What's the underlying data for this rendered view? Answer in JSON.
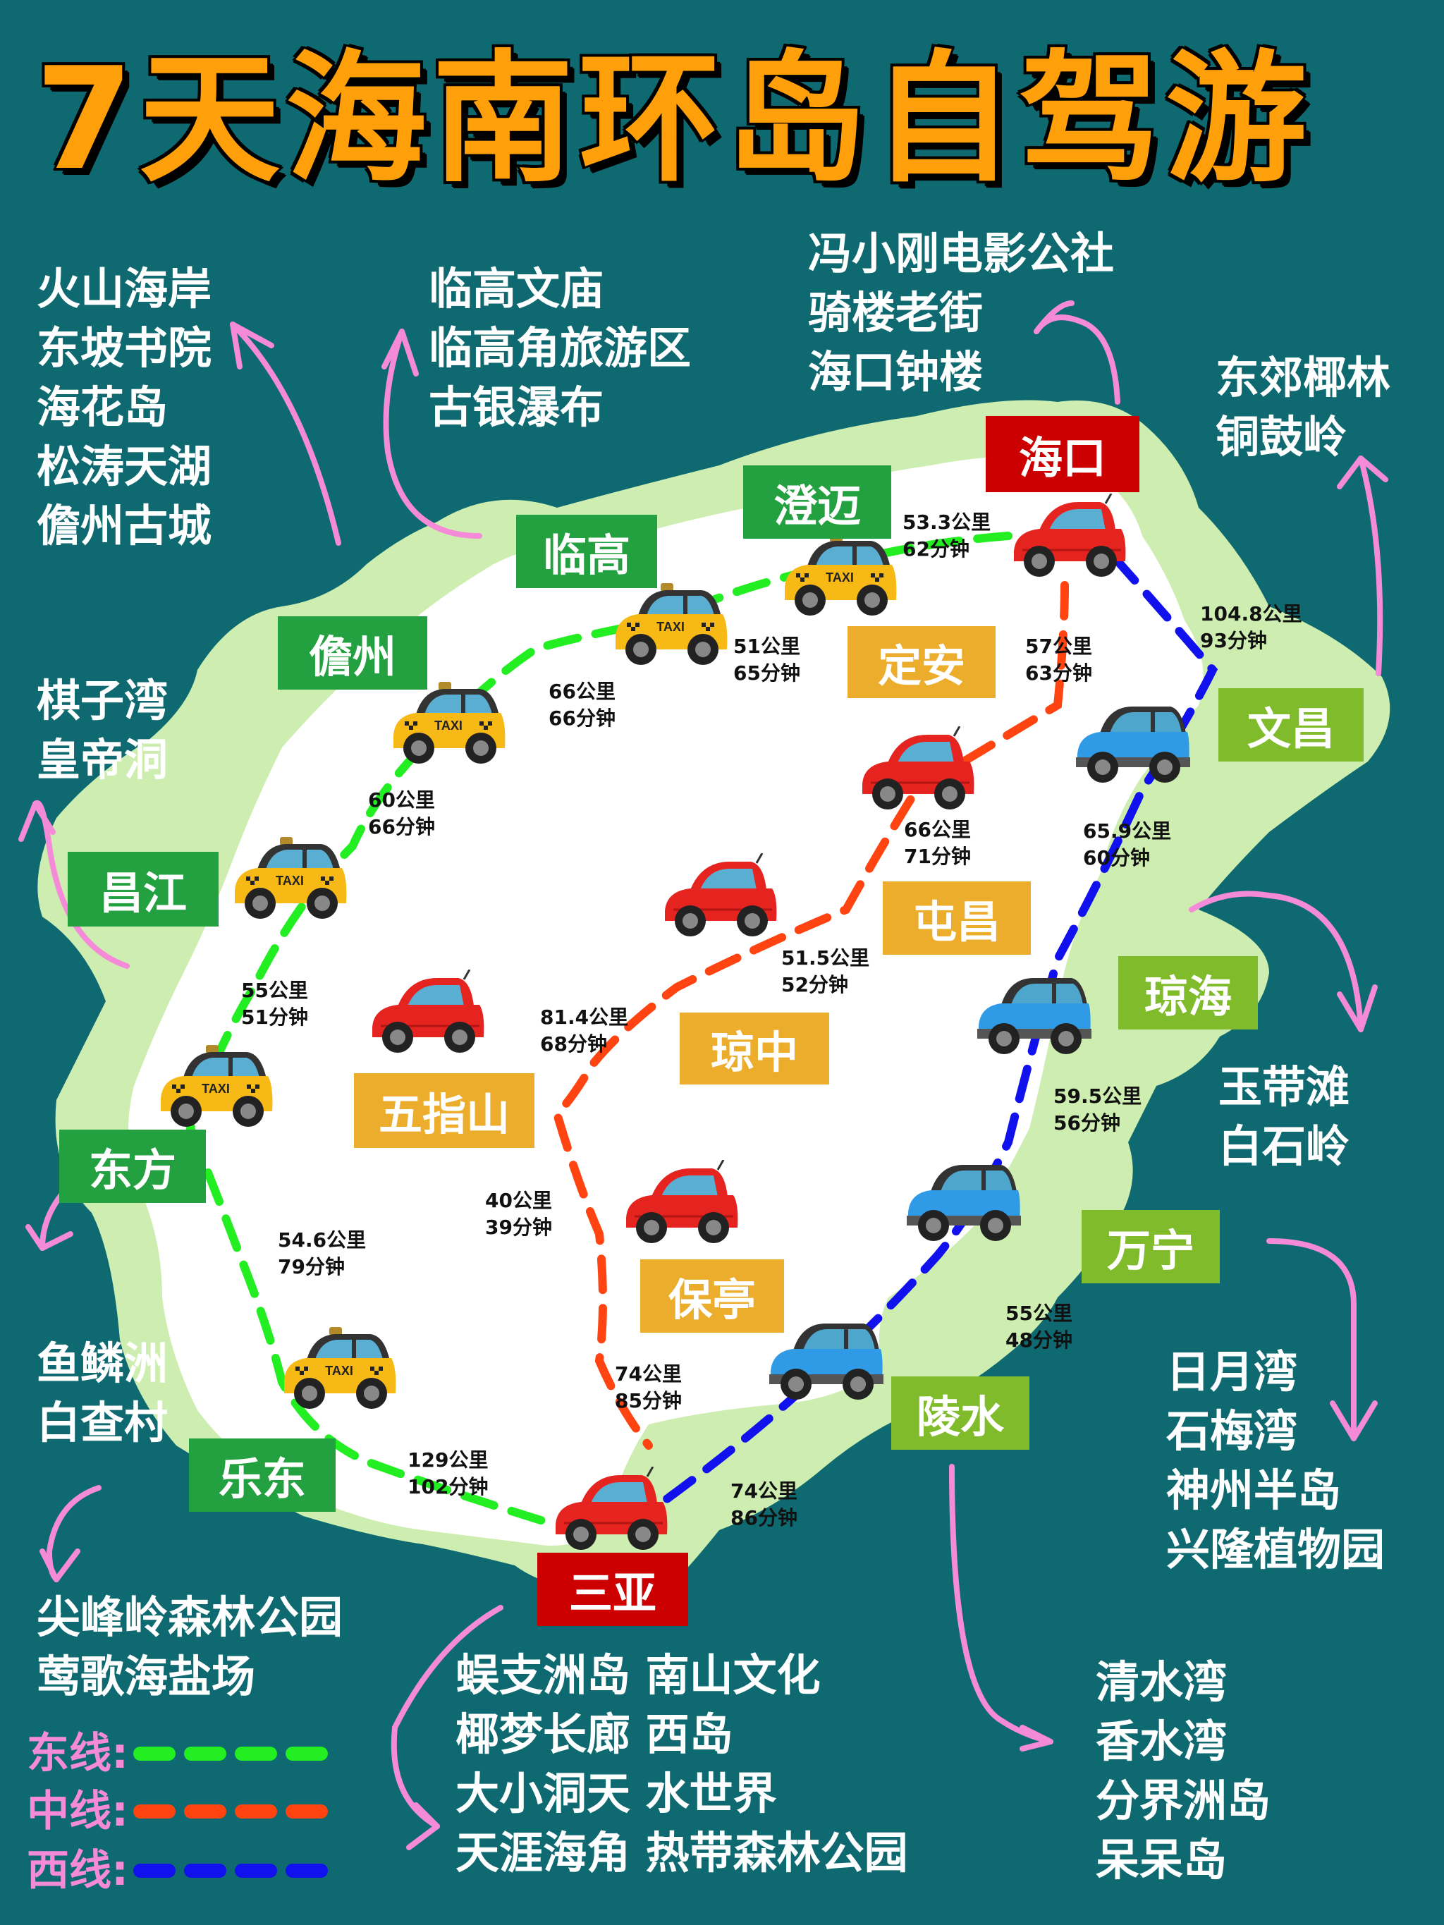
{
  "title": "7天海南环岛自驾游",
  "colors": {
    "background": "#0e6a70",
    "title": "#ff9f0a",
    "island_fill": "#ffffff",
    "island_border": "#cdeeb0",
    "east_line": "#22ee22",
    "middle_line": "#ff4411",
    "west_line": "#1111ee",
    "arrow": "#f58ad8",
    "hub_label": "#cc0000",
    "west_city_label": "#23a03f",
    "center_city_label": "#ecad2c",
    "east_city_label": "#7fbb2b"
  },
  "cities": {
    "haikou": "海口",
    "chengmai": "澄迈",
    "lingao": "临高",
    "danzhou": "儋州",
    "changjiang": "昌江",
    "dongfang": "东方",
    "ledong": "乐东",
    "sanya": "三亚",
    "dingan": "定安",
    "tunchang": "屯昌",
    "qiongzhong": "琼中",
    "wuzhishan": "五指山",
    "baoting": "保亭",
    "wenchang": "文昌",
    "qionghai": "琼海",
    "wanning": "万宁",
    "lingshui": "陵水"
  },
  "attractions": {
    "danzhou": [
      "火山海岸",
      "东坡书院",
      "海花岛",
      "松涛天湖",
      "儋州古城"
    ],
    "lingao": [
      "临高文庙",
      "临高角旅游区",
      "古银瀑布"
    ],
    "haikou": [
      "冯小刚电影公社",
      "骑楼老街",
      "海口钟楼"
    ],
    "wenchang": [
      "东郊椰林",
      "铜鼓岭"
    ],
    "changjiang": [
      "棋子湾",
      "皇帝洞"
    ],
    "qionghai": [
      "玉带滩",
      "白石岭"
    ],
    "dongfang": [
      "鱼鳞洲",
      "白查村"
    ],
    "wanning": [
      "日月湾",
      "石梅湾",
      "神州半岛",
      "兴隆植物园"
    ],
    "ledong": [
      "尖峰岭森林公园",
      "莺歌海盐场"
    ],
    "sanya": [
      "蜈支洲岛 南山文化",
      "椰梦长廊 西岛",
      "大小洞天 水世界",
      "天涯海角 热带森林公园"
    ],
    "lingshui": [
      "清水湾",
      "香水湾",
      "分界洲岛",
      "呆呆岛"
    ]
  },
  "segments": {
    "east": [
      {
        "from": "海口",
        "to": "澄迈",
        "km": "53.3公里",
        "min": "62分钟"
      },
      {
        "from": "澄迈",
        "to": "临高",
        "km": "51公里",
        "min": "65分钟"
      },
      {
        "from": "临高",
        "to": "儋州",
        "km": "66公里",
        "min": "66分钟"
      },
      {
        "from": "儋州",
        "to": "昌江",
        "km": "60公里",
        "min": "66分钟"
      },
      {
        "from": "昌江",
        "to": "东方",
        "km": "55公里",
        "min": "51分钟"
      },
      {
        "from": "东方",
        "to": "乐东",
        "km": "54.6公里",
        "min": "79分钟"
      },
      {
        "from": "乐东",
        "to": "三亚",
        "km": "129公里",
        "min": "102分钟"
      }
    ],
    "middle": [
      {
        "from": "海口",
        "to": "定安",
        "km": "57公里",
        "min": "63分钟"
      },
      {
        "from": "定安",
        "to": "屯昌",
        "km": "66公里",
        "min": "71分钟"
      },
      {
        "from": "屯昌",
        "to": "琼中",
        "km": "51.5公里",
        "min": "52分钟"
      },
      {
        "from": "琼中",
        "to": "五指山",
        "km": "81.4公里",
        "min": "68分钟"
      },
      {
        "from": "五指山",
        "to": "保亭",
        "km": "40公里",
        "min": "39分钟"
      },
      {
        "from": "保亭",
        "to": "三亚",
        "km": "74公里",
        "min": "85分钟"
      }
    ],
    "west": [
      {
        "from": "海口",
        "to": "文昌",
        "km": "104.8公里",
        "min": "93分钟"
      },
      {
        "from": "文昌",
        "to": "琼海",
        "km": "65.9公里",
        "min": "60分钟"
      },
      {
        "from": "琼海",
        "to": "万宁",
        "km": "59.5公里",
        "min": "56分钟"
      },
      {
        "from": "万宁",
        "to": "陵水",
        "km": "55公里",
        "min": "48分钟"
      },
      {
        "from": "陵水",
        "to": "三亚",
        "km": "74公里",
        "min": "86分钟"
      }
    ]
  },
  "legend": {
    "east": "东线:",
    "middle": "中线:",
    "west": "西线:"
  },
  "icons": {
    "taxi": "taxi-icon",
    "red_car": "red-car-icon",
    "blue_car": "blue-car-icon"
  }
}
